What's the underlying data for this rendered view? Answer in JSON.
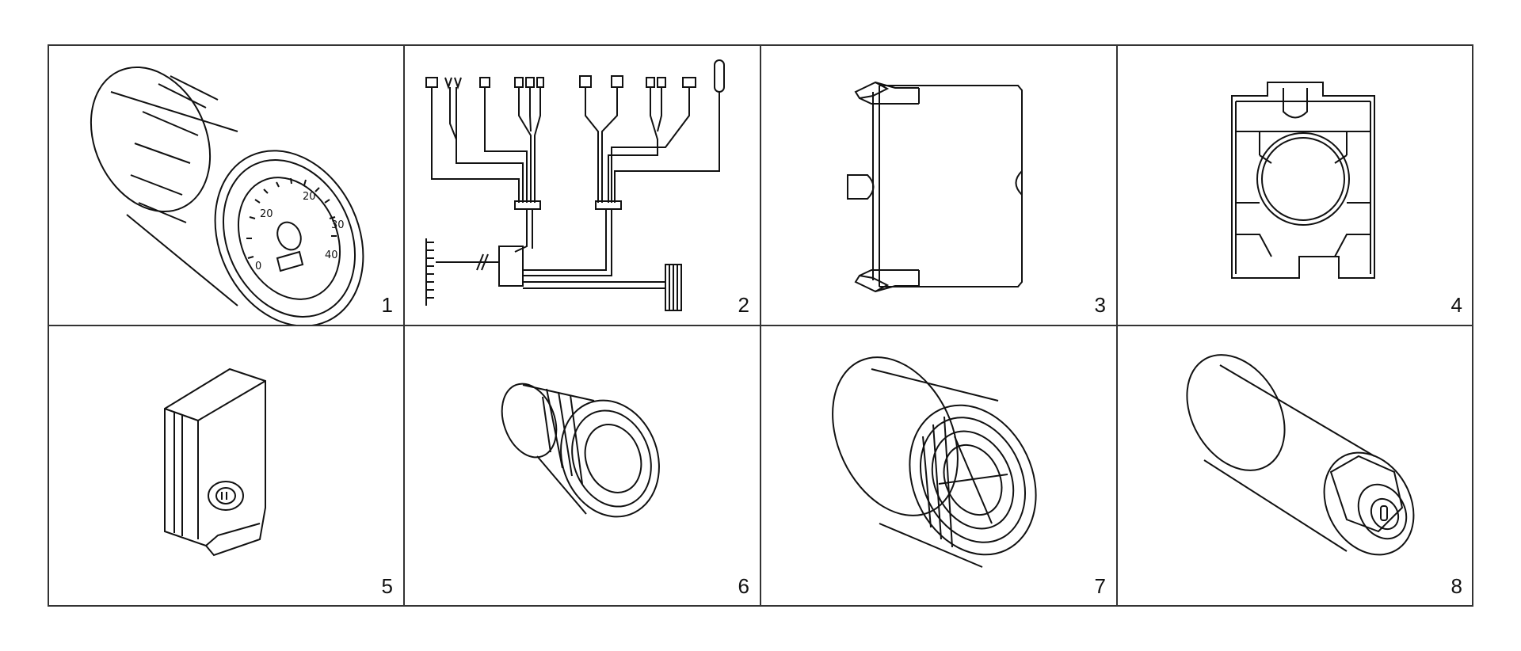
{
  "panels": [
    {
      "label": "1"
    },
    {
      "label": "2"
    },
    {
      "label": "3"
    },
    {
      "label": "4"
    },
    {
      "label": "5"
    },
    {
      "label": "6"
    },
    {
      "label": "7"
    },
    {
      "label": "8"
    }
  ],
  "colors": {
    "line": "#111111",
    "border": "#333333",
    "background": "#ffffff"
  }
}
